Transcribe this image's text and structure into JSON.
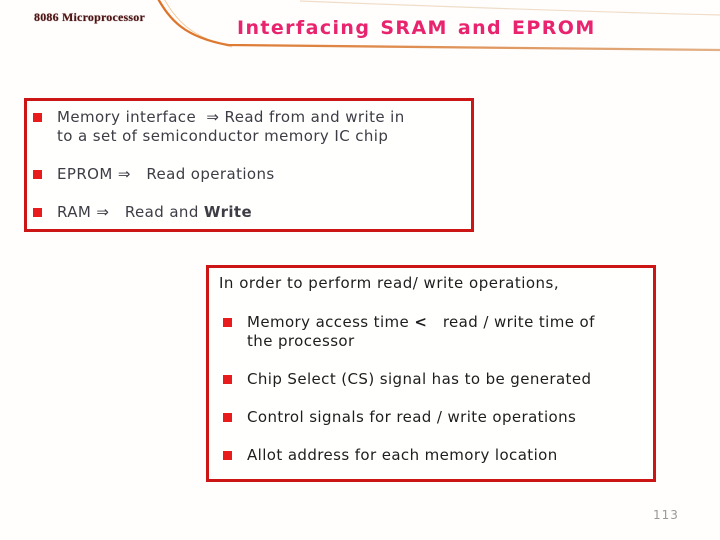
{
  "slide": {
    "course_label": "8086 Microprocessor",
    "title": "Interfacing SRAM and EPROM",
    "page_number": "113",
    "colors": {
      "title_pink": "#e8246e",
      "box_border_red": "#cc1616",
      "bullet_red": "#e81c1c",
      "swoosh_orange": "#dd7227",
      "swoosh_tan": "#e2b085",
      "course_label_maroon": "#4c1313",
      "box1_text": "#3d3d46",
      "box2_text": "#1e1e1e",
      "page_number_gray": "#999999"
    },
    "box1": {
      "items": [
        {
          "pre": "Memory interface  ⇒ Read from and write in\nto a set of semiconductor memory IC chip",
          "bold": "",
          "post": ""
        },
        {
          "pre": "EPROM ⇒   Read operations",
          "bold": "",
          "post": ""
        },
        {
          "pre": "RAM ⇒   Read and ",
          "bold": "Write",
          "post": ""
        }
      ]
    },
    "box2": {
      "intro": "In order to perform read/ write operations,",
      "items": [
        {
          "pre": "Memory access time ",
          "bold": "<",
          "post": "   read / write time of\nthe processor"
        },
        {
          "pre": "Chip Select (CS) signal has to be generated",
          "bold": "",
          "post": ""
        },
        {
          "pre": "Control signals for read / write operations",
          "bold": "",
          "post": ""
        },
        {
          "pre": "Allot address for each memory location",
          "bold": "",
          "post": ""
        }
      ]
    }
  }
}
